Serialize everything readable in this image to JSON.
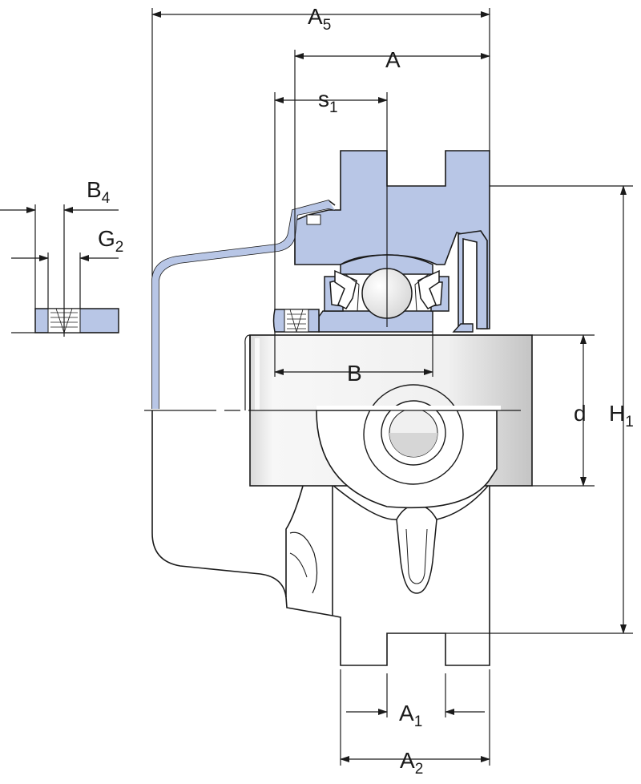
{
  "labels": {
    "a5": {
      "main": "A",
      "sub": "5"
    },
    "a": {
      "main": "A",
      "sub": ""
    },
    "s1": {
      "main": "s",
      "sub": "1"
    },
    "b4": {
      "main": "B",
      "sub": "4"
    },
    "g2": {
      "main": "G",
      "sub": "2"
    },
    "b": {
      "main": "B",
      "sub": ""
    },
    "d": {
      "main": "d",
      "sub": ""
    },
    "h1": {
      "main": "H",
      "sub": "1"
    },
    "a1": {
      "main": "A",
      "sub": "1"
    },
    "a2": {
      "main": "A",
      "sub": "2"
    }
  },
  "colors": {
    "section_fill": "#b8c6e6",
    "outline": "#1a1a1a",
    "shaft_light": "#f2f2f2",
    "shaft_dark": "#c8c8c8",
    "background": "#ffffff"
  }
}
